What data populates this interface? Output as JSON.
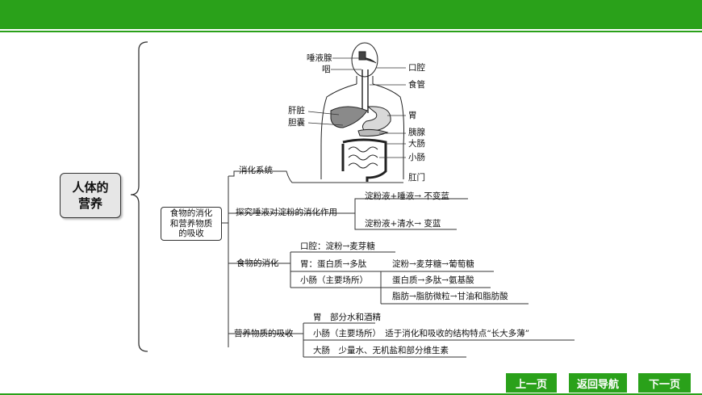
{
  "root": {
    "line1": "人体的",
    "line2": "营养"
  },
  "branch": {
    "line1": "食物的消化",
    "line2": "和营养物质",
    "line3": "的吸收"
  },
  "digestive_system": {
    "label": "消化系统"
  },
  "anatomy": {
    "salivary_gland": "唾液腺",
    "pharynx": "咽",
    "mouth": "口腔",
    "esophagus": "食管",
    "liver": "肝脏",
    "gallbladder": "胆囊",
    "stomach": "胃",
    "pancreas": "胰腺",
    "large_intestine": "大肠",
    "small_intestine": "小肠",
    "anus": "肛门"
  },
  "experiment": {
    "label": "探究唾液对淀粉的消化作用",
    "result1": "淀粉液+唾液→ 不变蓝",
    "result2": "淀粉液+清水→ 变蓝"
  },
  "digestion": {
    "label": "食物的消化",
    "mouth": "口腔：淀粉→麦芽糖",
    "stomach": "胃：蛋白质→多肽",
    "small_intestine": "小肠（主要场所）",
    "si_items": [
      "淀粉→麦芽糖→葡萄糖",
      "蛋白质→多肽→氨基酸",
      "脂肪→脂肪微粒→甘油和脂肪酸"
    ]
  },
  "absorption": {
    "label": "营养物质的吸收",
    "stomach": "胃　部分水和酒精",
    "small_intestine": "小肠（主要场所）　适于消化和吸收的结构特点“长大多薄”",
    "large_intestine": "大肠　少量水、无机盐和部分维生素"
  },
  "nav": {
    "prev": "上一页",
    "home": "返回导航",
    "next": "下一页"
  },
  "colors": {
    "accent": "#2aa11a"
  }
}
